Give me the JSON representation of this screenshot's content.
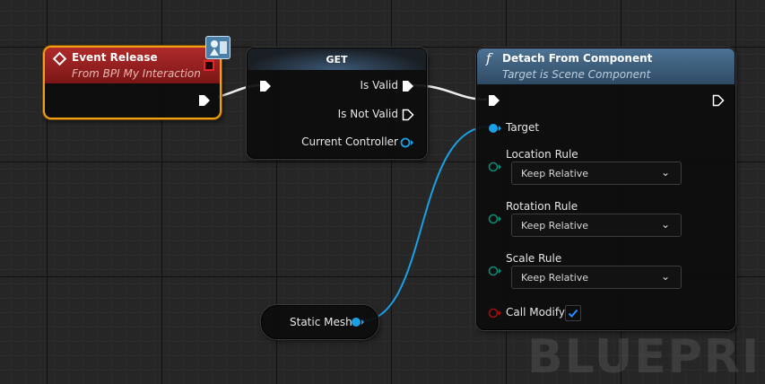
{
  "event_node": {
    "title": "Event Release",
    "subtitle": "From BPI My Interaction",
    "icon": "event-diamond-icon",
    "badge_icon": "interface-function-icon"
  },
  "get_node": {
    "title": "GET",
    "outputs": {
      "is_valid": "Is Valid",
      "is_not_valid": "Is Not Valid",
      "current_controller": "Current Controller"
    }
  },
  "detach_node": {
    "title": "Detach From Component",
    "subtitle": "Target is Scene Component",
    "icon": "function-f-icon",
    "pins": {
      "target": "Target",
      "location_rule": "Location Rule",
      "rotation_rule": "Rotation Rule",
      "scale_rule": "Scale Rule",
      "call_modify": "Call Modify"
    },
    "values": {
      "location_rule": "Keep Relative",
      "rotation_rule": "Keep Relative",
      "scale_rule": "Keep Relative",
      "call_modify": true
    }
  },
  "variable_node": {
    "label": "Static Mesh"
  },
  "watermark": "BLUEPRINT",
  "colors": {
    "event_header": "#8e1b1b",
    "function_header": "#3d5d7a",
    "object_pin": "#0ea5e9",
    "bool_pin": "#8b0000",
    "byte_pin": "#0a6e61",
    "selection": "#f0a012"
  }
}
